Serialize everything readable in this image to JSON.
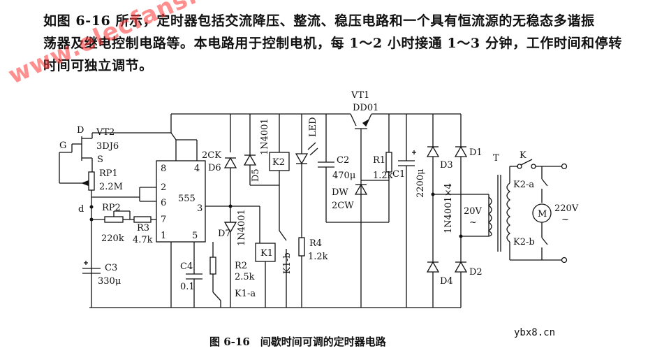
{
  "description_lines": [
    "如图 6-16 所示，定时器包括交流降压、整流、稳压电路和一个具有恒流源的无稳态多谐振",
    "荡器及继电控制电路等。本电路用于控制电机，每 1～2 小时接通 1～3 分钟，工作时间和停转",
    "时间可独立调节。"
  ],
  "watermark": "www.elecfans.com",
  "labels": {
    "vt1": "VT1",
    "vt1_part": "DD01",
    "vt2": "VT2",
    "vt2_part": "3DJ6",
    "d": "D",
    "g": "G",
    "s": "S",
    "rp1": "RP1",
    "rp1_val": "2.2M",
    "node_d": "d",
    "rp2": "RP2",
    "rp2_val": "220k",
    "r3": "R3",
    "r3_val": "4.7k",
    "c3": "C3",
    "c3_val": "330μ",
    "ic": "555",
    "pin8": "8",
    "pin4": "4",
    "pin2": "2",
    "pin6": "6",
    "pin7": "7",
    "pin1": "1",
    "pin5": "5",
    "pin3": "3",
    "d6": "D6",
    "d6_part": "2CK",
    "d5": "D5",
    "d5_part": "1N4001",
    "d7": "D7",
    "d7_part": "1N4001",
    "k2": "K2",
    "k1": "K1",
    "k1a": "K1-a",
    "k1b": "K1-b",
    "c4": "C4",
    "c4_val": "0.1",
    "r2": "R2",
    "r2_val": "2.5k",
    "led": "LED",
    "r4": "R4",
    "r4_val": "1.2k",
    "c2": "C2",
    "c2_val": "470μ",
    "dw": "DW",
    "dw_part": "2CW",
    "r1": "R1",
    "r1_val": "1.2k",
    "c1": "C1",
    "c1_val": "2200μ",
    "d1": "D1",
    "d2": "D2",
    "d3": "D3",
    "d4": "D4",
    "bridge": "1N4001×4",
    "t": "T",
    "v20": "20V",
    "k": "K",
    "k2a": "K2-a",
    "k2b": "K2-b",
    "m": "M",
    "v220": "220V",
    "tilde": "~"
  },
  "caption": "图 6-16　间歇时间可调的定时器电路",
  "source": "ybx8.cn"
}
